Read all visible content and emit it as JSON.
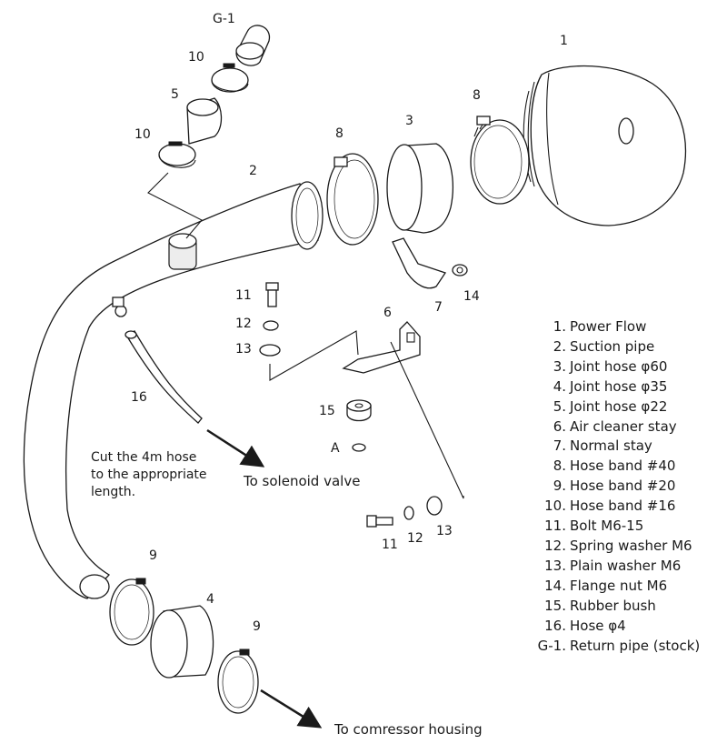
{
  "callouts": {
    "g1": "G-1",
    "n10a": "10",
    "n5": "5",
    "n10b": "10",
    "n1": "1",
    "n8a": "8",
    "n3": "3",
    "n8b": "8",
    "n2": "2",
    "n11a": "11",
    "n12a": "12",
    "n13a": "13",
    "n14": "14",
    "n7": "7",
    "n6": "6",
    "n16": "16",
    "n15": "15",
    "a": "A",
    "n11b": "11",
    "n12b": "12",
    "n13b": "13",
    "n9a": "9",
    "n4": "4",
    "n9b": "9"
  },
  "note": {
    "line1": "Cut the 4m hose",
    "line2": "to the appropriate",
    "line3": "length."
  },
  "directions": {
    "solenoid": "To solenoid valve",
    "compressor": "To comressor housing"
  },
  "legend": [
    {
      "num": "1.",
      "text": "Power Flow"
    },
    {
      "num": "2.",
      "text": "Suction pipe"
    },
    {
      "num": "3.",
      "text": "Joint hose  φ60"
    },
    {
      "num": "4.",
      "text": "Joint hose  φ35"
    },
    {
      "num": "5.",
      "text": "Joint hose  φ22"
    },
    {
      "num": "6.",
      "text": "Air cleaner stay"
    },
    {
      "num": "7.",
      "text": "Normal stay"
    },
    {
      "num": "8.",
      "text": "Hose band  #40"
    },
    {
      "num": "9.",
      "text": "Hose band  #20"
    },
    {
      "num": "10.",
      "text": "Hose band  #16"
    },
    {
      "num": "11.",
      "text": "Bolt  M6-15"
    },
    {
      "num": "12.",
      "text": "Spring washer  M6"
    },
    {
      "num": "13.",
      "text": "Plain washer  M6"
    },
    {
      "num": "14.",
      "text": "Flange nut  M6"
    },
    {
      "num": "15.",
      "text": "Rubber bush"
    },
    {
      "num": "16.",
      "text": "Hose  φ4"
    },
    {
      "num": "G-1.",
      "text": "Return pipe (stock)"
    }
  ]
}
